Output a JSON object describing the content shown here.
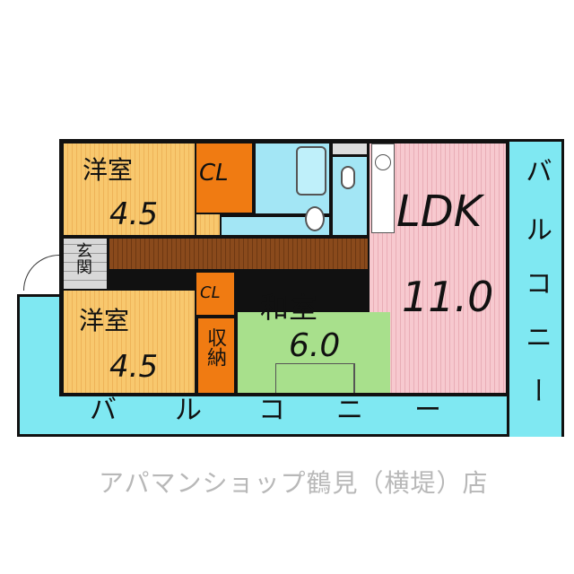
{
  "rooms": {
    "western_top": {
      "name": "洋室",
      "size": "4.5"
    },
    "western_bottom": {
      "name": "洋室",
      "size": "4.5"
    },
    "closet_top": "CL",
    "closet_bottom": "CL",
    "storage": "収納",
    "japanese": {
      "name": "和室",
      "size": "6.0"
    },
    "ldk": {
      "name": "LDK",
      "size": "11.0"
    },
    "entrance": "玄関"
  },
  "balcony_bottom": [
    "バ",
    "ル",
    "コ",
    "ニ",
    "ー"
  ],
  "balcony_right": [
    "バ",
    "ル",
    "コ",
    "ニ",
    "ー"
  ],
  "watermark": "アパマンショップ鶴見（横堤）店",
  "colors": {
    "western": "#f8c86e",
    "closet": "#f07b12",
    "wet": "#a3e6f5",
    "japanese": "#a8e08c",
    "ldk": "#f7c9cf",
    "hall": "#8a4a1c",
    "balcony": "#7fe8f2"
  }
}
